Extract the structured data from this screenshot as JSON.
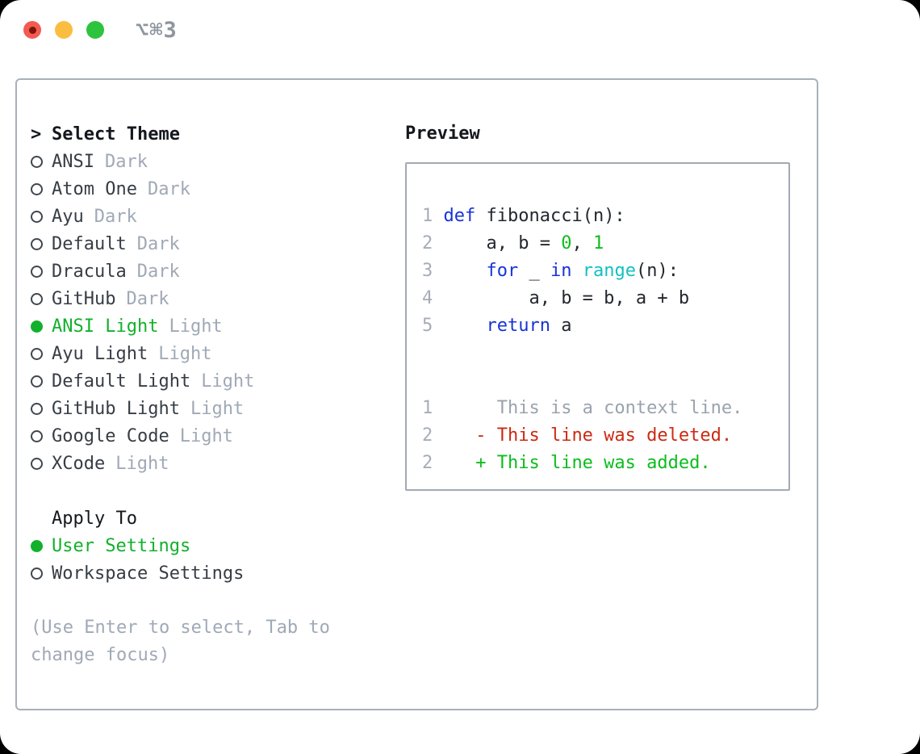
{
  "window": {
    "title": "⌥⌘3"
  },
  "left": {
    "header": {
      "marker": ">",
      "label": "Select Theme"
    },
    "themes": [
      {
        "name": "ANSI",
        "variant": "Dark",
        "selected": false
      },
      {
        "name": "Atom One",
        "variant": "Dark",
        "selected": false
      },
      {
        "name": "Ayu",
        "variant": "Dark",
        "selected": false
      },
      {
        "name": "Default",
        "variant": "Dark",
        "selected": false
      },
      {
        "name": "Dracula",
        "variant": "Dark",
        "selected": false
      },
      {
        "name": "GitHub",
        "variant": "Dark",
        "selected": false
      },
      {
        "name": "ANSI Light",
        "variant": "Light",
        "selected": true
      },
      {
        "name": "Ayu Light",
        "variant": "Light",
        "selected": false
      },
      {
        "name": "Default Light",
        "variant": "Light",
        "selected": false
      },
      {
        "name": "GitHub Light",
        "variant": "Light",
        "selected": false
      },
      {
        "name": "Google Code",
        "variant": "Light",
        "selected": false
      },
      {
        "name": "XCode",
        "variant": "Light",
        "selected": false
      }
    ],
    "apply_to": {
      "label": "Apply To",
      "options": [
        {
          "label": "User Settings",
          "selected": true
        },
        {
          "label": "Workspace Settings",
          "selected": false
        }
      ]
    },
    "hint": "(Use Enter to select, Tab to change focus)"
  },
  "preview": {
    "label": "Preview",
    "lines": [
      {
        "n": "1",
        "tokens": [
          {
            "t": "def",
            "c": "kw"
          },
          {
            "t": " fibonacci(n):",
            "c": "tx"
          }
        ]
      },
      {
        "n": "2",
        "tokens": [
          {
            "t": "    a, b = ",
            "c": "tx"
          },
          {
            "t": "0",
            "c": "gr"
          },
          {
            "t": ", ",
            "c": "tx"
          },
          {
            "t": "1",
            "c": "gr"
          }
        ]
      },
      {
        "n": "3",
        "tokens": [
          {
            "t": "    ",
            "c": "tx"
          },
          {
            "t": "for",
            "c": "kw"
          },
          {
            "t": " _ ",
            "c": "tx"
          },
          {
            "t": "in",
            "c": "kw"
          },
          {
            "t": " ",
            "c": "tx"
          },
          {
            "t": "range",
            "c": "cy"
          },
          {
            "t": "(n):",
            "c": "tx"
          }
        ]
      },
      {
        "n": "4",
        "tokens": [
          {
            "t": "        a, b = b, a + b",
            "c": "tx"
          }
        ]
      },
      {
        "n": "5",
        "tokens": [
          {
            "t": "    ",
            "c": "tx"
          },
          {
            "t": "return",
            "c": "kw"
          },
          {
            "t": " a",
            "c": "tx"
          }
        ]
      },
      {
        "n": "",
        "tokens": []
      },
      {
        "n": "",
        "tokens": []
      },
      {
        "n": "1",
        "tokens": [
          {
            "t": "     This is a context line.",
            "c": "ct"
          }
        ]
      },
      {
        "n": "2",
        "tokens": [
          {
            "t": "   - This line was deleted.",
            "c": "de"
          }
        ]
      },
      {
        "n": "2",
        "tokens": [
          {
            "t": "   + This line was added.",
            "c": "ad"
          }
        ]
      }
    ]
  },
  "colors": {
    "accent_green": "#12b02c",
    "keyword_blue": "#1733d9",
    "number_green": "#0bbd1d",
    "function_cyan": "#12c0c4",
    "deleted_red": "#cc2a12",
    "muted_gray": "#a0a9b6",
    "text_dark": "#373d45",
    "border_gray": "#a9b0ba",
    "traffic_red": "#f35b51",
    "traffic_yellow": "#fbbd40",
    "traffic_green": "#2ec33e"
  }
}
